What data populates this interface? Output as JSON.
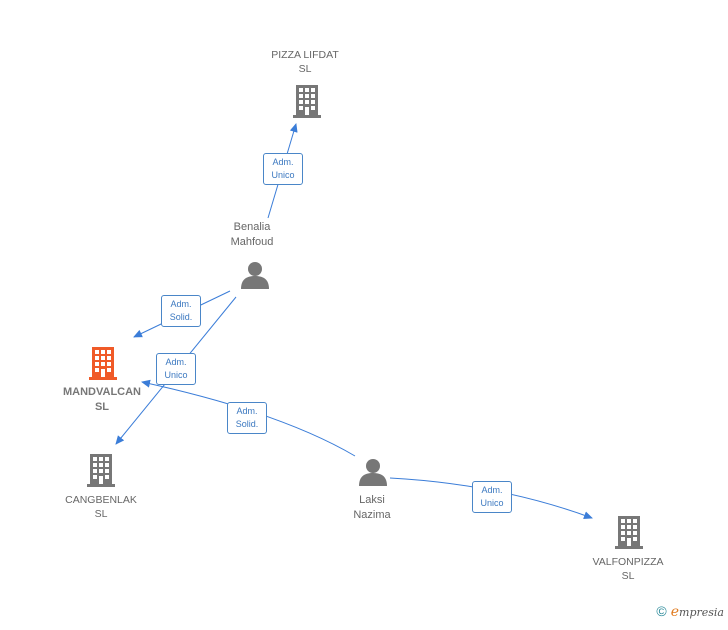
{
  "colors": {
    "edge": "#3b7dd8",
    "company": "#777777",
    "focus_company": "#f05a28",
    "person": "#777777"
  },
  "nodes": {
    "pizza_lifdat": {
      "type": "company",
      "lines": [
        "PIZZA LIFDAT",
        "SL"
      ]
    },
    "benalia": {
      "type": "person",
      "lines": [
        "Benalia",
        "Mahfoud"
      ]
    },
    "mandvalcan": {
      "type": "company-focus",
      "lines": [
        "MANDVALCAN",
        "SL"
      ]
    },
    "cangbenlak": {
      "type": "company",
      "lines": [
        "CANGBENLAK",
        "SL"
      ]
    },
    "laksi": {
      "type": "person",
      "lines": [
        "Laksi",
        "Nazima"
      ]
    },
    "valfonpizza": {
      "type": "company",
      "lines": [
        "VALFONPIZZA",
        "SL"
      ]
    }
  },
  "edges": {
    "benalia_pizza": [
      "Adm.",
      "Unico"
    ],
    "benalia_mandvalcan": [
      "Adm.",
      "Solid."
    ],
    "benalia_cangbenlak": [
      "Adm.",
      "Unico"
    ],
    "laksi_mandvalcan": [
      "Adm.",
      "Solid."
    ],
    "laksi_valfonpizza": [
      "Adm.",
      "Unico"
    ]
  },
  "footer": {
    "copyright_symbol": "©",
    "brand_initial": "e",
    "brand_rest": "mpresia"
  }
}
